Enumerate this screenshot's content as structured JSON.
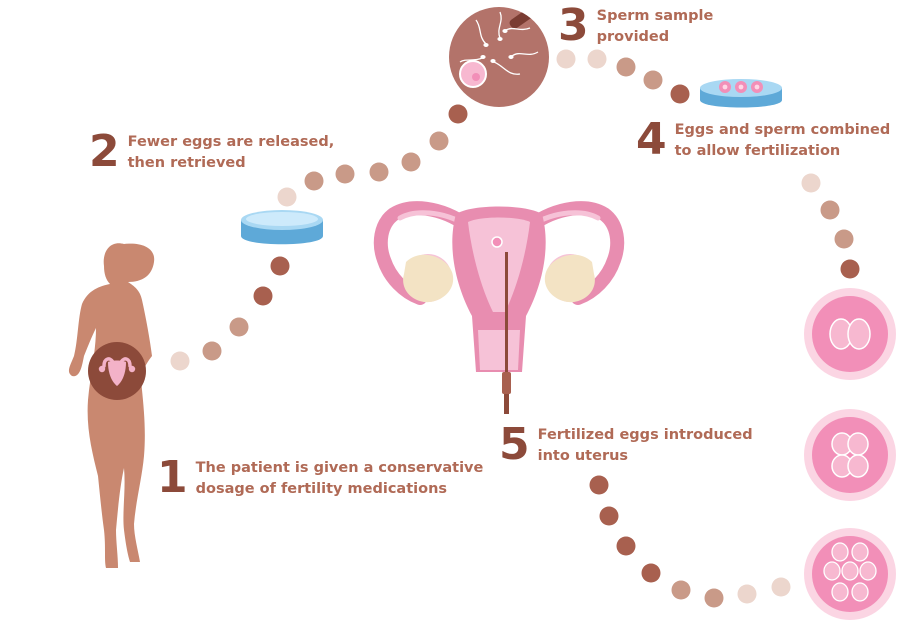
{
  "colors": {
    "brown": "#8c4a3a",
    "text": "#b06a56",
    "skin": "#c98870",
    "dot_dark": "#a8604f",
    "dot_mid": "#c99a88",
    "dot_light": "#ecd6cd",
    "uterus": "#e88db0",
    "uterus_light": "#f6c2d7",
    "ovary": "#f3e3c4",
    "dish": "#5ea9d8",
    "cell": "#f28fb8"
  },
  "steps": [
    {
      "number": "1",
      "lines": [
        "The patient is given a conservative",
        "dosage of fertility medications"
      ]
    },
    {
      "number": "2",
      "lines": [
        "Fewer eggs are released,",
        "then retrieved"
      ]
    },
    {
      "number": "3",
      "lines": [
        "Sperm sample",
        "provided"
      ]
    },
    {
      "number": "4",
      "lines": [
        "Eggs and sperm combined",
        "to allow fertilization"
      ]
    },
    {
      "number": "5",
      "lines": [
        "Fertilized eggs introduced",
        "into uterus"
      ]
    }
  ],
  "icons": {
    "woman": "woman-silhouette-icon",
    "uterus": "uterus-icon",
    "dish": "petri-dish-icon",
    "sperm": "sperm-egg-icon",
    "embryo": "embryo-cell-icon"
  }
}
